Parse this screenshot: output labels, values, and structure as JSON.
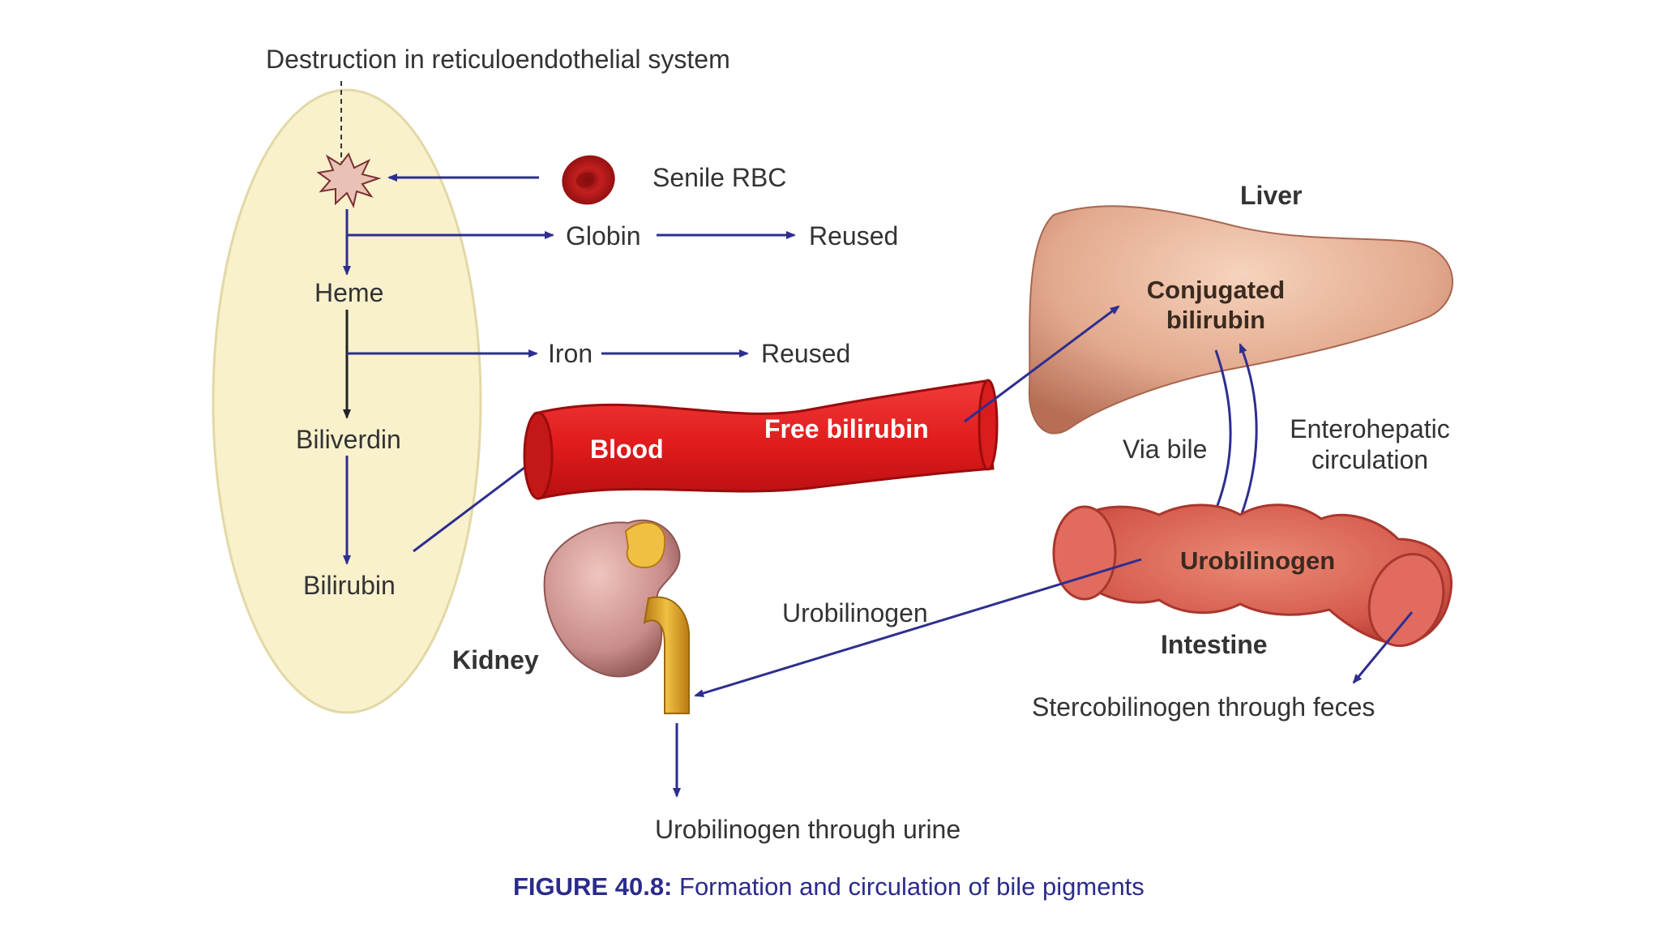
{
  "labels": {
    "destruction": "Destruction in reticuloendothelial system",
    "senile_rbc": "Senile RBC",
    "globin": "Globin",
    "reused_1": "Reused",
    "heme": "Heme",
    "iron": "Iron",
    "reused_2": "Reused",
    "biliverdin": "Biliverdin",
    "bilirubin": "Bilirubin",
    "blood": "Blood",
    "free_bilirubin": "Free bilirubin",
    "liver": "Liver",
    "conjugated_line1": "Conjugated",
    "conjugated_line2": "bilirubin",
    "via_bile": "Via bile",
    "enterohepatic_line1": "Enterohepatic",
    "enterohepatic_line2": "circulation",
    "urobilinogen_intestine": "Urobilinogen",
    "intestine": "Intestine",
    "stercobilinogen": "Stercobilinogen through feces",
    "urobilinogen_mid": "Urobilinogen",
    "kidney": "Kidney",
    "urobilinogen_urine": "Urobilinogen through urine"
  },
  "caption": {
    "figure": "FIGURE 40.8:",
    "text": " Formation and circulation of bile pigments"
  },
  "colors": {
    "arrow": "#2e2e8f",
    "ellipse_fill": "#f8f1cc",
    "blood_vessel": "#e01b1b",
    "liver": "#d99a80",
    "intestine": "#d4584a",
    "kidney": "#c88c8a",
    "ureter": "#d9a22a",
    "caption": "#2b2b8c"
  }
}
